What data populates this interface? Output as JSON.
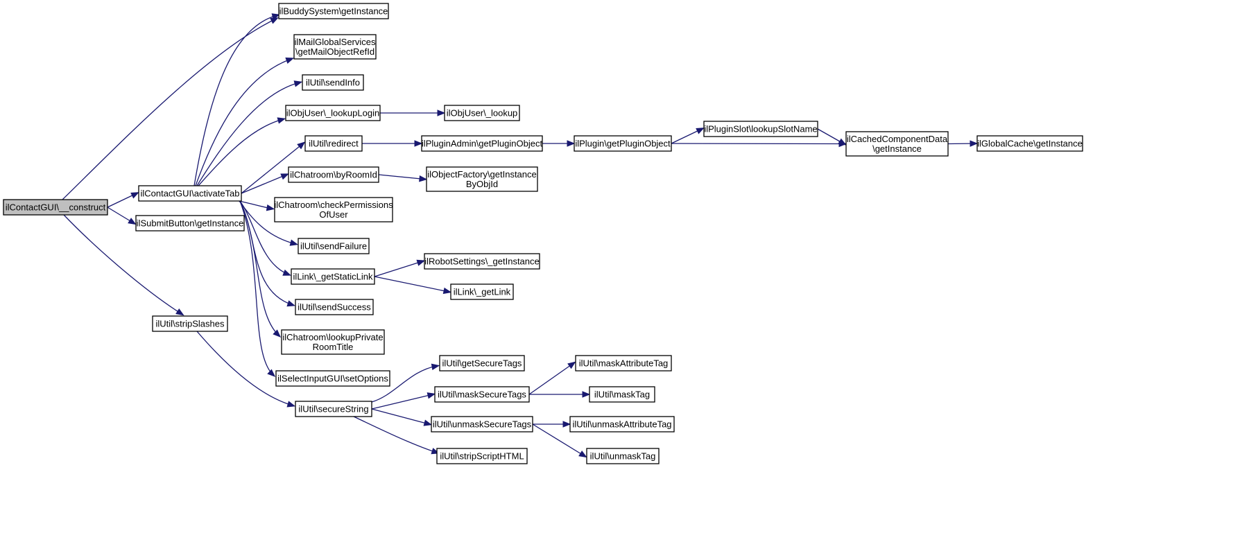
{
  "diagram": {
    "type": "call-graph",
    "nodes": [
      {
        "id": "n0",
        "lines": [
          "ilContactGUI\\__construct"
        ],
        "root": true
      },
      {
        "id": "n1",
        "lines": [
          "ilContactGUI\\activateTab"
        ]
      },
      {
        "id": "n2",
        "lines": [
          "ilBuddySystem\\getInstance"
        ]
      },
      {
        "id": "n3",
        "lines": [
          "ilSubmitButton\\getInstance"
        ]
      },
      {
        "id": "n4",
        "lines": [
          "ilUtil\\stripSlashes"
        ]
      },
      {
        "id": "n5",
        "lines": [
          "ilMailGlobalServices",
          "\\getMailObjectRefId"
        ]
      },
      {
        "id": "n6",
        "lines": [
          "ilUtil\\sendInfo"
        ]
      },
      {
        "id": "n7",
        "lines": [
          "ilObjUser\\_lookupLogin"
        ]
      },
      {
        "id": "n8",
        "lines": [
          "ilUtil\\redirect"
        ]
      },
      {
        "id": "n9",
        "lines": [
          "ilChatroom\\byRoomId"
        ]
      },
      {
        "id": "n10",
        "lines": [
          "ilChatroom\\checkPermissions",
          "OfUser"
        ]
      },
      {
        "id": "n11",
        "lines": [
          "ilUtil\\sendFailure"
        ]
      },
      {
        "id": "n12",
        "lines": [
          "ilLink\\_getStaticLink"
        ]
      },
      {
        "id": "n13",
        "lines": [
          "ilUtil\\sendSuccess"
        ]
      },
      {
        "id": "n14",
        "lines": [
          "ilChatroom\\lookupPrivate",
          "RoomTitle"
        ]
      },
      {
        "id": "n15",
        "lines": [
          "ilSelectInputGUI\\setOptions"
        ]
      },
      {
        "id": "n16",
        "lines": [
          "ilObjUser\\_lookup"
        ]
      },
      {
        "id": "n17",
        "lines": [
          "ilPluginAdmin\\getPluginObject"
        ]
      },
      {
        "id": "n18",
        "lines": [
          "ilPlugin\\getPluginObject"
        ]
      },
      {
        "id": "n19",
        "lines": [
          "ilPluginSlot\\lookupSlotName"
        ]
      },
      {
        "id": "n20",
        "lines": [
          "ilCachedComponentData",
          "\\getInstance"
        ]
      },
      {
        "id": "n21",
        "lines": [
          "ilGlobalCache\\getInstance"
        ]
      },
      {
        "id": "n22",
        "lines": [
          "ilObjectFactory\\getInstance",
          "ByObjId"
        ]
      },
      {
        "id": "n23",
        "lines": [
          "ilRobotSettings\\_getInstance"
        ]
      },
      {
        "id": "n24",
        "lines": [
          "ilLink\\_getLink"
        ]
      },
      {
        "id": "n25",
        "lines": [
          "ilUtil\\secureString"
        ]
      },
      {
        "id": "n26",
        "lines": [
          "ilUtil\\getSecureTags"
        ]
      },
      {
        "id": "n27",
        "lines": [
          "ilUtil\\maskSecureTags"
        ]
      },
      {
        "id": "n28",
        "lines": [
          "ilUtil\\unmaskSecureTags"
        ]
      },
      {
        "id": "n29",
        "lines": [
          "ilUtil\\stripScriptHTML"
        ]
      },
      {
        "id": "n30",
        "lines": [
          "ilUtil\\maskAttributeTag"
        ]
      },
      {
        "id": "n31",
        "lines": [
          "ilUtil\\maskTag"
        ]
      },
      {
        "id": "n32",
        "lines": [
          "ilUtil\\unmaskAttributeTag"
        ]
      },
      {
        "id": "n33",
        "lines": [
          "ilUtil\\unmaskTag"
        ]
      }
    ],
    "edges": [
      [
        "n0",
        "n1"
      ],
      [
        "n0",
        "n2"
      ],
      [
        "n0",
        "n3"
      ],
      [
        "n0",
        "n4"
      ],
      [
        "n1",
        "n2"
      ],
      [
        "n1",
        "n5"
      ],
      [
        "n1",
        "n6"
      ],
      [
        "n1",
        "n7"
      ],
      [
        "n1",
        "n8"
      ],
      [
        "n1",
        "n9"
      ],
      [
        "n1",
        "n10"
      ],
      [
        "n1",
        "n11"
      ],
      [
        "n1",
        "n12"
      ],
      [
        "n1",
        "n13"
      ],
      [
        "n1",
        "n14"
      ],
      [
        "n1",
        "n15"
      ],
      [
        "n7",
        "n16"
      ],
      [
        "n8",
        "n17"
      ],
      [
        "n17",
        "n18"
      ],
      [
        "n18",
        "n19"
      ],
      [
        "n18",
        "n20"
      ],
      [
        "n19",
        "n20"
      ],
      [
        "n20",
        "n21"
      ],
      [
        "n9",
        "n22"
      ],
      [
        "n12",
        "n23"
      ],
      [
        "n12",
        "n24"
      ],
      [
        "n4",
        "n25"
      ],
      [
        "n25",
        "n26"
      ],
      [
        "n25",
        "n27"
      ],
      [
        "n25",
        "n28"
      ],
      [
        "n25",
        "n29"
      ],
      [
        "n27",
        "n30"
      ],
      [
        "n27",
        "n31"
      ],
      [
        "n28",
        "n32"
      ],
      [
        "n28",
        "n33"
      ]
    ]
  }
}
